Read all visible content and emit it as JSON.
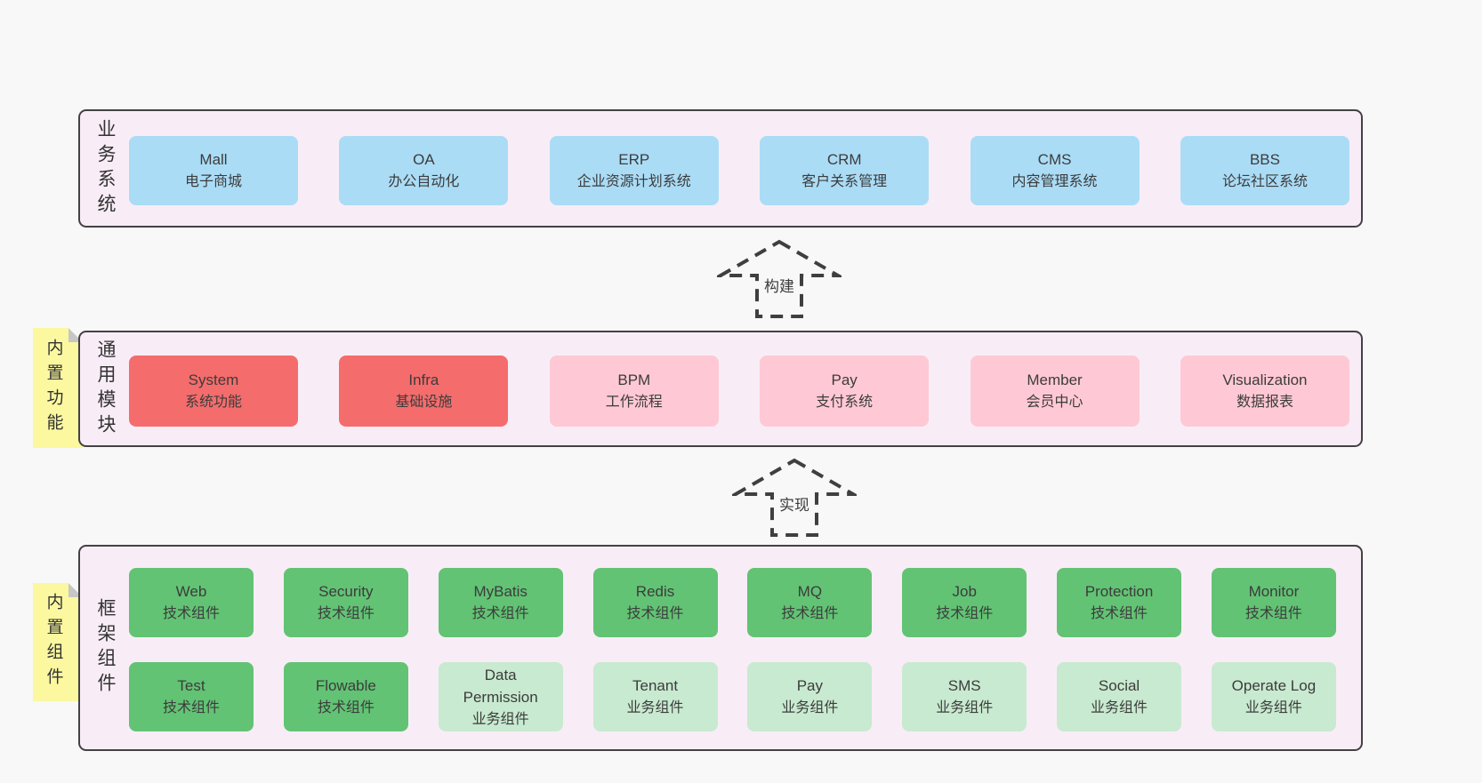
{
  "diagram": {
    "arrows": {
      "build": "构建",
      "implement": "实现"
    },
    "business": {
      "label": "业务系统",
      "items": [
        {
          "name": "Mall",
          "desc": "电子商城"
        },
        {
          "name": "OA",
          "desc": "办公自动化"
        },
        {
          "name": "ERP",
          "desc": "企业资源计划系统"
        },
        {
          "name": "CRM",
          "desc": "客户关系管理"
        },
        {
          "name": "CMS",
          "desc": "内容管理系统"
        },
        {
          "name": "BBS",
          "desc": "论坛社区系统"
        }
      ]
    },
    "modules": {
      "label": "通用模块",
      "tab": "内置功能",
      "items": [
        {
          "name": "System",
          "desc": "系统功能",
          "variant": "red"
        },
        {
          "name": "Infra",
          "desc": "基础设施",
          "variant": "red"
        },
        {
          "name": "BPM",
          "desc": "工作流程",
          "variant": "pink"
        },
        {
          "name": "Pay",
          "desc": "支付系统",
          "variant": "pink"
        },
        {
          "name": "Member",
          "desc": "会员中心",
          "variant": "pink"
        },
        {
          "name": "Visualization",
          "desc": "数据报表",
          "variant": "pink"
        }
      ]
    },
    "framework": {
      "label": "框架组件",
      "tab": "内置组件",
      "row1": [
        {
          "name": "Web",
          "desc": "技术组件",
          "variant": "green"
        },
        {
          "name": "Security",
          "desc": "技术组件",
          "variant": "green"
        },
        {
          "name": "MyBatis",
          "desc": "技术组件",
          "variant": "green"
        },
        {
          "name": "Redis",
          "desc": "技术组件",
          "variant": "green"
        },
        {
          "name": "MQ",
          "desc": "技术组件",
          "variant": "green"
        },
        {
          "name": "Job",
          "desc": "技术组件",
          "variant": "green"
        },
        {
          "name": "Protection",
          "desc": "技术组件",
          "variant": "green"
        },
        {
          "name": "Monitor",
          "desc": "技术组件",
          "variant": "green"
        }
      ],
      "row2": [
        {
          "name": "Test",
          "desc": "技术组件",
          "variant": "green"
        },
        {
          "name": "Flowable",
          "desc": "技术组件",
          "variant": "green"
        },
        {
          "name": "Data Permission",
          "desc": "业务组件",
          "variant": "lightgreen"
        },
        {
          "name": "Tenant",
          "desc": "业务组件",
          "variant": "lightgreen"
        },
        {
          "name": "Pay",
          "desc": "业务组件",
          "variant": "lightgreen"
        },
        {
          "name": "SMS",
          "desc": "业务组件",
          "variant": "lightgreen"
        },
        {
          "name": "Social",
          "desc": "业务组件",
          "variant": "lightgreen"
        },
        {
          "name": "Operate Log",
          "desc": "业务组件",
          "variant": "lightgreen"
        }
      ]
    },
    "colors": {
      "page_bg": "#f8f8f8",
      "panel_bg": "#f8edf6",
      "panel_border": "#424242",
      "blue": "#abdcf6",
      "red": "#f56c6c",
      "pink": "#fec9d4",
      "green": "#62c374",
      "light_green": "#c8ead0",
      "yellow": "#fbf8a0",
      "fold_gray": "#c6c6c6",
      "text": "#3c3c3c"
    }
  }
}
